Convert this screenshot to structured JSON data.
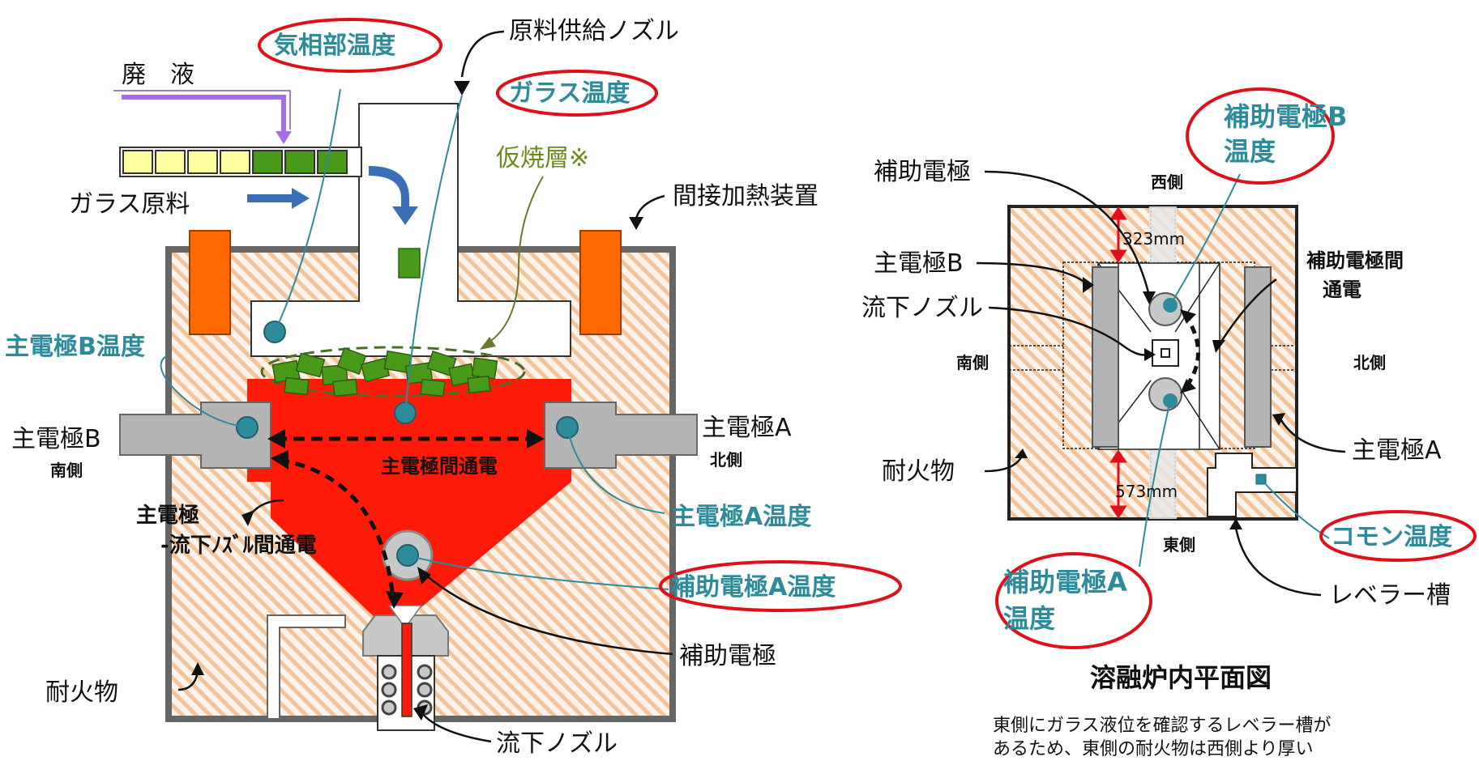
{
  "left_diagram": {
    "waste_liquid": "廃　液",
    "glass_raw_material": "ガラス原料",
    "feed_nozzle": "原料供給ノズル",
    "calcined_layer": "仮焼層※",
    "indirect_heater": "間接加熱装置",
    "main_electrode_b": "主電極B",
    "south_side": "南側",
    "main_electrode_a": "主電極A",
    "north_side": "北側",
    "main_electrode_conduction": "主電極間通電",
    "main_electrode_label": "主電極",
    "nozzle_conduction": "-流下ﾉｽﾞﾙ間通電",
    "refractory": "耐火物",
    "aux_electrode": "補助電極",
    "drain_nozzle": "流下ノズル",
    "temps": {
      "gas_phase": "気相部温度",
      "glass": "ガラス温度",
      "main_b": "主電極B温度",
      "main_a": "主電極A温度",
      "aux_a": "補助電極A温度"
    }
  },
  "right_diagram": {
    "aux_electrode": "補助電極",
    "west_side": "西側",
    "main_electrode_b": "主電極B",
    "drain_nozzle": "流下ノズル",
    "south_side": "南側",
    "north_side": "北側",
    "aux_conduction_line1": "補助電極間",
    "aux_conduction_line2": "通電",
    "main_electrode_a": "主電極A",
    "refractory": "耐火物",
    "east_side": "東側",
    "leveler_tank": "レベラー槽",
    "dim_top": "323mm",
    "dim_bottom": "573mm",
    "temps": {
      "aux_b_line1": "補助電極B",
      "aux_b_line2": "温度",
      "aux_a_line1": "補助電極A",
      "aux_a_line2": "温度",
      "common": "コモン温度"
    },
    "title": "溶融炉内平面図",
    "note_line1": "東側にガラス液位を確認するレベラー槽が",
    "note_line2": "あるため、東側の耐火物は西側より厚い"
  },
  "colors": {
    "refractory_hatch": "#f3c39a",
    "glass_melt": "#ff1a0a",
    "heater": "#ff6a00",
    "electrode_gray": "#b4b4b4",
    "calcine_green": "#4a9a1a",
    "teal_label": "#2e8b9c",
    "highlight_red": "#e0101a",
    "waste_purple": "#a56ee8",
    "arrow_blue": "#3a6fb8"
  }
}
